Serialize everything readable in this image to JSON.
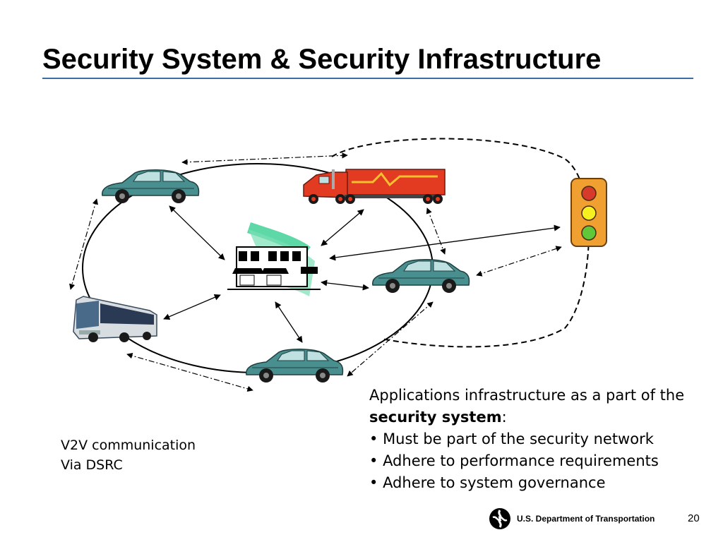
{
  "slide": {
    "title": "Security System & Security Infrastructure",
    "page_number": "20"
  },
  "v2v_note": {
    "line1": "V2V communication",
    "line2": "Via DSRC"
  },
  "applications": {
    "line1": "Applications infrastructure as a part of the",
    "bold_phrase": "security system",
    "colon": ":",
    "bullets": [
      "Must be part of the security network",
      "Adhere to performance requirements",
      "Adhere to system governance"
    ]
  },
  "footer": {
    "org": "U.S. Department of Transportation"
  },
  "colors": {
    "title_rule": "#3a6ea5",
    "car_body": "#4a8f8f",
    "truck_body": "#e23b22",
    "light_housing": "#f0a030"
  }
}
